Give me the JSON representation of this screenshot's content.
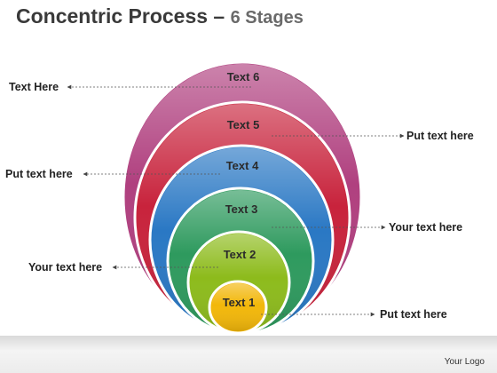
{
  "title": {
    "main": "Concentric Process – ",
    "sub": "6 Stages"
  },
  "stages": [
    {
      "label": "Text 1",
      "color": "#f2b70a"
    },
    {
      "label": "Text 2",
      "color": "#8dbb1c"
    },
    {
      "label": "Text 3",
      "color": "#2e9a5e"
    },
    {
      "label": "Text 4",
      "color": "#2a78c4"
    },
    {
      "label": "Text 5",
      "color": "#c8233c"
    },
    {
      "label": "Text 6",
      "color": "#b0407f"
    }
  ],
  "callouts": [
    {
      "text": "Text Here",
      "stage": "Text 6"
    },
    {
      "text": "Put text here",
      "stage": "Text 5"
    },
    {
      "text": "Put text here",
      "stage": "Text 4"
    },
    {
      "text": "Your text here",
      "stage": "Text 3"
    },
    {
      "text": "Your text here",
      "stage": "Text 2"
    },
    {
      "text": "Put text here",
      "stage": "Text 1"
    }
  ],
  "footer": {
    "logo": "Your Logo"
  }
}
